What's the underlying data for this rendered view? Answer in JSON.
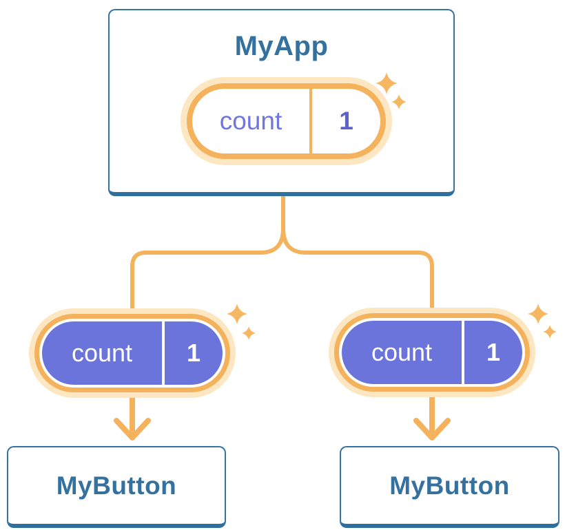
{
  "diagram": {
    "description": "React state tree: parent component holding state passed to two children",
    "root": {
      "name": "MyApp",
      "state": {
        "label": "count",
        "value": "1"
      }
    },
    "children": [
      {
        "name": "MyButton",
        "state": {
          "label": "count",
          "value": "1"
        }
      },
      {
        "name": "MyButton",
        "state": {
          "label": "count",
          "value": "1"
        }
      }
    ],
    "colors": {
      "component_text": "#35719f",
      "component_border": "#3673a3",
      "component_border_bottom": "#2d6f9f",
      "connector_orange": "#f5b25c",
      "pill_halo": "#fde7c2",
      "sparkle": "#f6b763",
      "state_fill_purple": "#6b74db",
      "state_name_purple": "#6f76dd",
      "state_value_purple": "#5a62d2",
      "card_background": "#ffffff"
    }
  }
}
